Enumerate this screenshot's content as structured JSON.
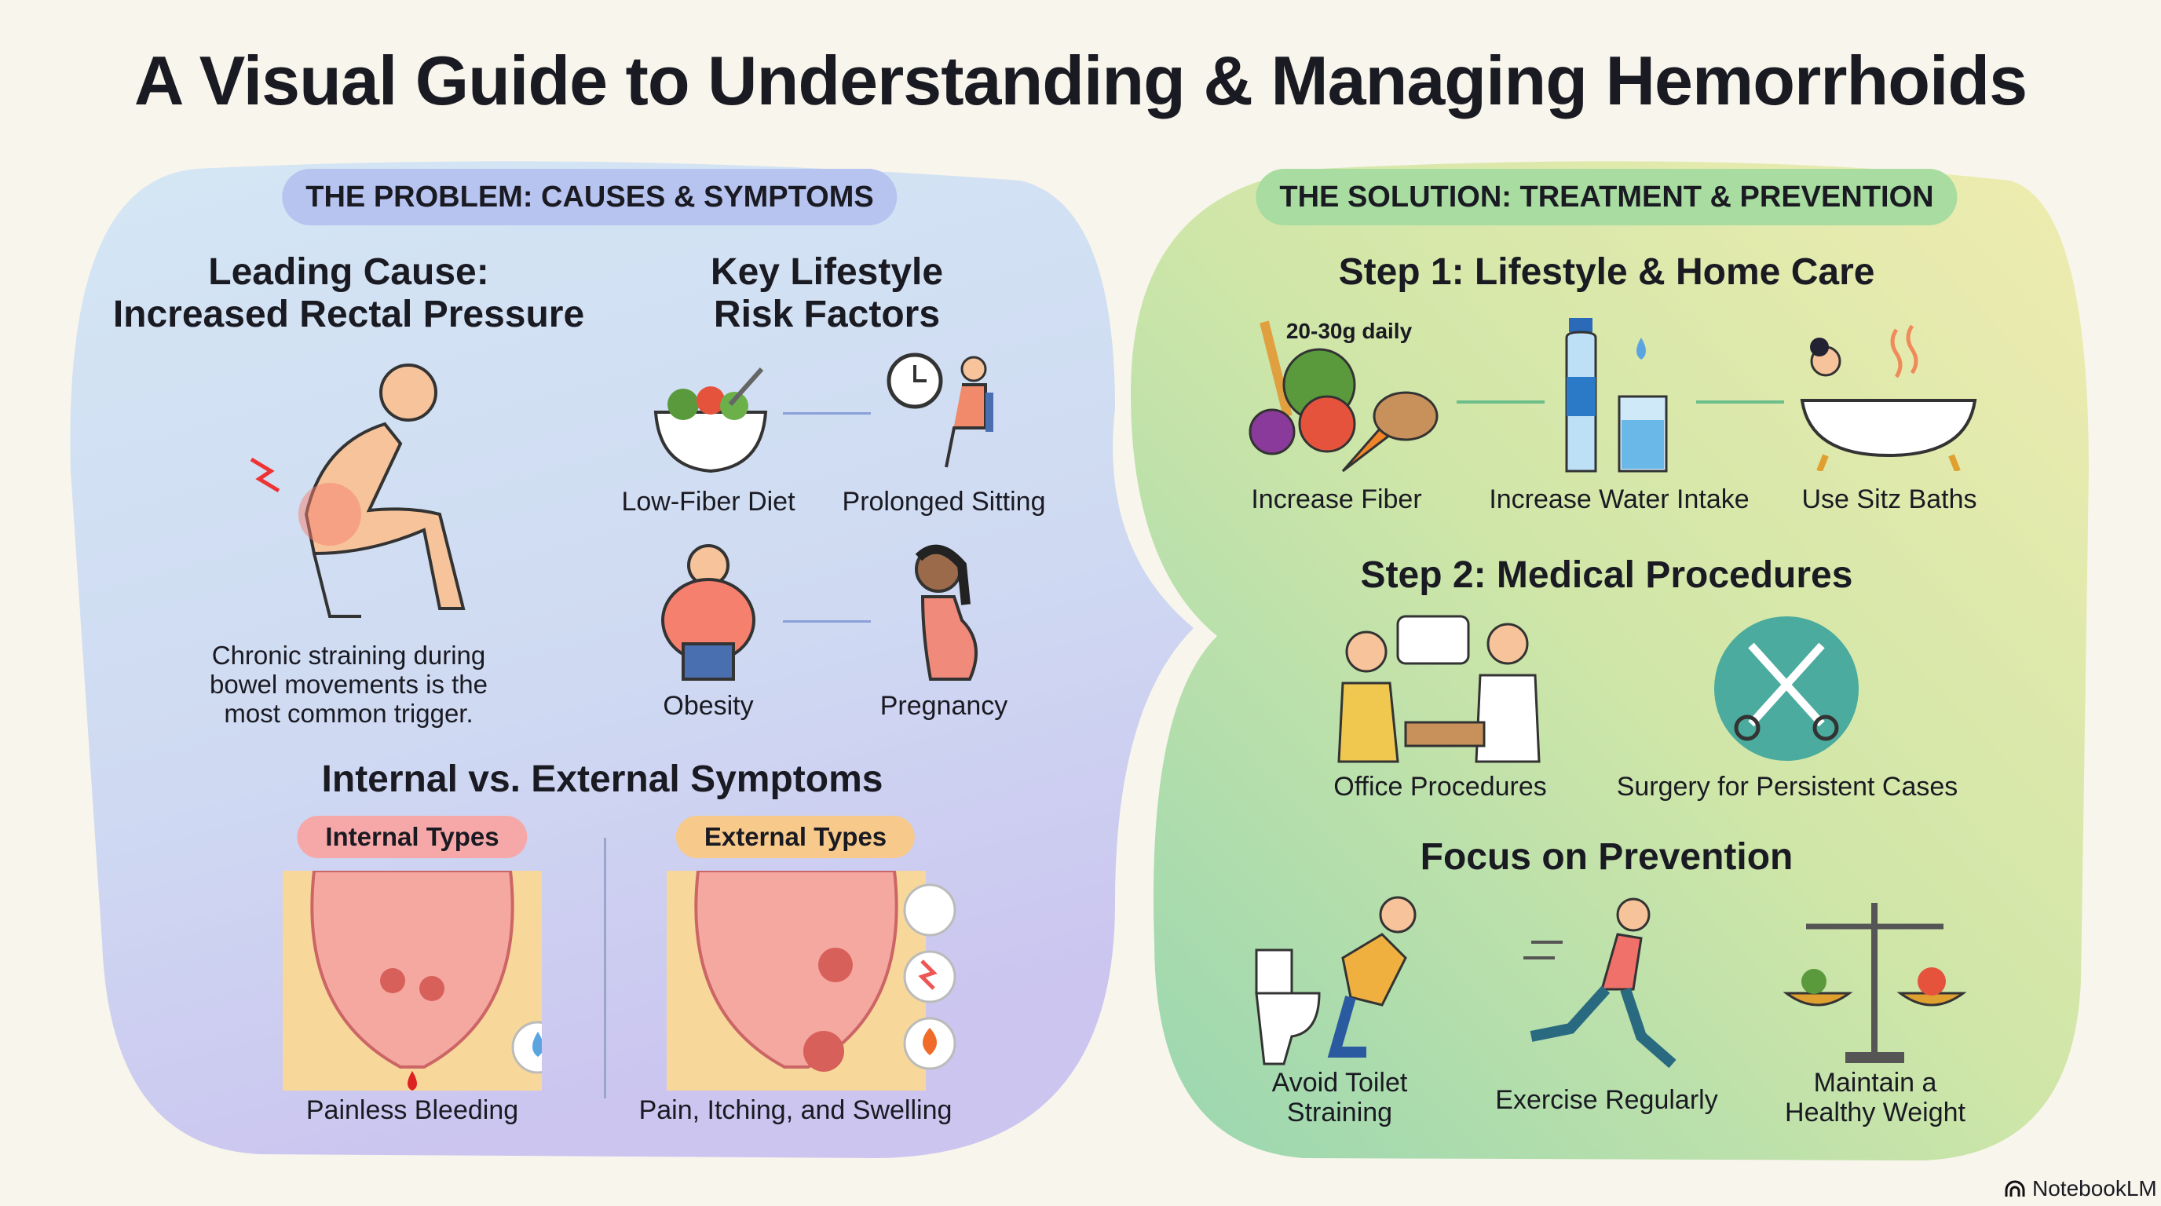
{
  "title": "A Visual Guide to Understanding & Managing Hemorrhoids",
  "problem": {
    "pill": "THE PROBLEM: CAUSES & SYMPTOMS",
    "cause": {
      "heading_1": "Leading Cause:",
      "heading_2": "Increased Rectal Pressure",
      "caption_1": "Chronic straining during",
      "caption_2": "bowel movements is the",
      "caption_3": "most common trigger."
    },
    "risk": {
      "heading_1": "Key Lifestyle",
      "heading_2": "Risk Factors",
      "items": [
        "Low-Fiber Diet",
        "Prolonged Sitting",
        "Obesity",
        "Pregnancy"
      ]
    },
    "symptoms": {
      "heading": "Internal vs. External Symptoms",
      "internal_tag": "Internal Types",
      "external_tag": "External Types",
      "internal_label": "Painless Bleeding",
      "external_label": "Pain, Itching, and Swelling"
    }
  },
  "solution": {
    "pill": "THE SOLUTION: TREATMENT & PREVENTION",
    "step1": {
      "heading": "Step 1: Lifestyle & Home Care",
      "fiber_note": "20-30g daily",
      "items": [
        "Increase Fiber",
        "Increase Water Intake",
        "Use Sitz Baths"
      ]
    },
    "step2": {
      "heading": "Step 2: Medical Procedures",
      "items": [
        "Office Procedures",
        "Surgery for Persistent Cases"
      ]
    },
    "prevention": {
      "heading": "Focus on Prevention",
      "items": [
        {
          "l1": "Avoid Toilet",
          "l2": "Straining"
        },
        {
          "l1": "Exercise Regularly"
        },
        {
          "l1": "Maintain a",
          "l2": "Healthy Weight"
        }
      ]
    }
  },
  "brand": "NotebookLM",
  "colors": {
    "problem_pill": "#b7c4f0",
    "solution_pill": "#a9dca0",
    "internal_tag": "#f6a8a8",
    "external_tag": "#f7c98a"
  }
}
